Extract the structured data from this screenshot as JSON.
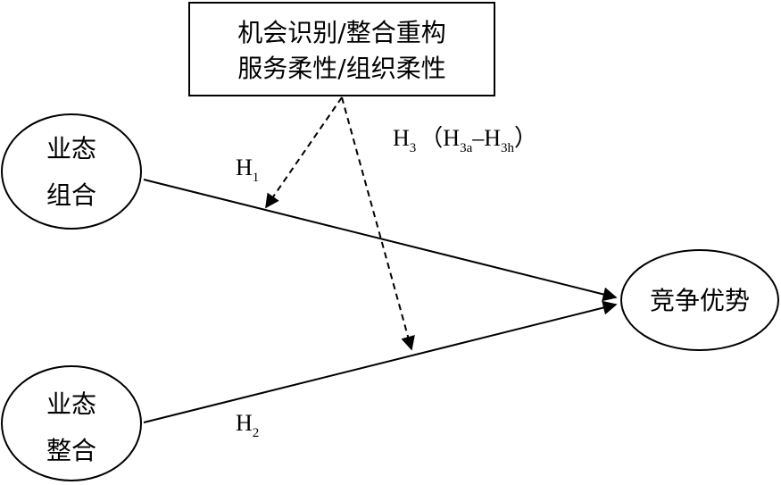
{
  "moderator": {
    "line1": "机会识别/整合重构",
    "line2": "服务柔性/组织柔性"
  },
  "nodes": {
    "business_combination": {
      "line1": "业态",
      "line2": "组合"
    },
    "business_integration": {
      "line1": "业态",
      "line2": "整合"
    },
    "competitive_advantage": {
      "label": "竞争优势"
    }
  },
  "hypotheses": {
    "h1": {
      "main": "H",
      "sub": "1"
    },
    "h2": {
      "main": "H",
      "sub": "2"
    },
    "h3": {
      "main": "H",
      "sub": "3",
      "open": "（",
      "range_a_main": "H",
      "range_a_sub": "3a",
      "dash": "–",
      "range_b_main": "H",
      "range_b_sub": "3h",
      "close": "）"
    }
  }
}
